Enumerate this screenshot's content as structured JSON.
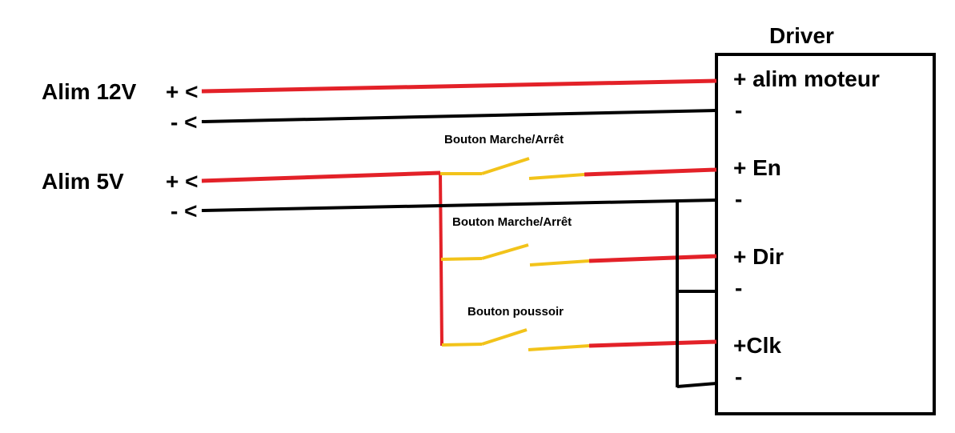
{
  "colors": {
    "positive_wire": "#e32128",
    "negative_wire": "#000000",
    "switch_wire": "#f2c31a",
    "outline": "#000000"
  },
  "driver": {
    "title": "Driver",
    "pins": {
      "alim_plus": "+ alim moteur",
      "alim_minus": "-",
      "en_plus": "+ En",
      "en_minus": "-",
      "dir_plus": "+ Dir",
      "dir_minus": "-",
      "clk_plus": "+Clk",
      "clk_minus": "-"
    }
  },
  "supplies": {
    "alim12": {
      "label": "Alim 12V",
      "plus": "+ <",
      "minus": "- <"
    },
    "alim5": {
      "label": "Alim 5V",
      "plus": "+ <",
      "minus": "- <"
    }
  },
  "switches": {
    "en": "Bouton Marche/Arrêt",
    "dir": "Bouton Marche/Arrêt",
    "clk": "Bouton poussoir"
  }
}
